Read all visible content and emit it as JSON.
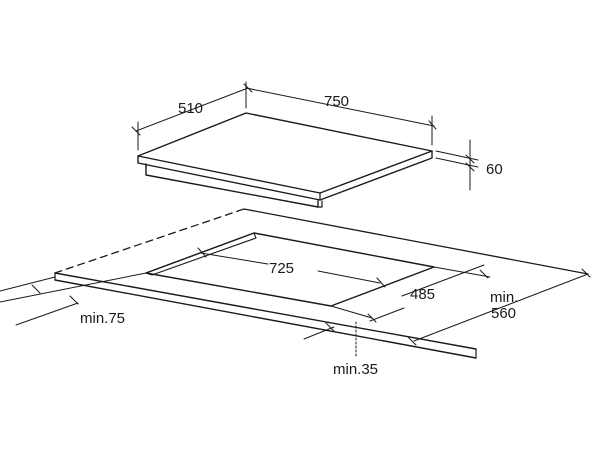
{
  "dimensions": {
    "hob_width": "510",
    "hob_length": "750",
    "hob_height": "60",
    "cutout_length": "725",
    "cutout_depth": "485",
    "min_edge": "min.75",
    "min_worktop_line1": "min.",
    "min_worktop_line2": "560",
    "min_worktop_thickness": "min.35"
  },
  "colors": {
    "stroke": "#1a1a1a",
    "background": "#ffffff"
  }
}
